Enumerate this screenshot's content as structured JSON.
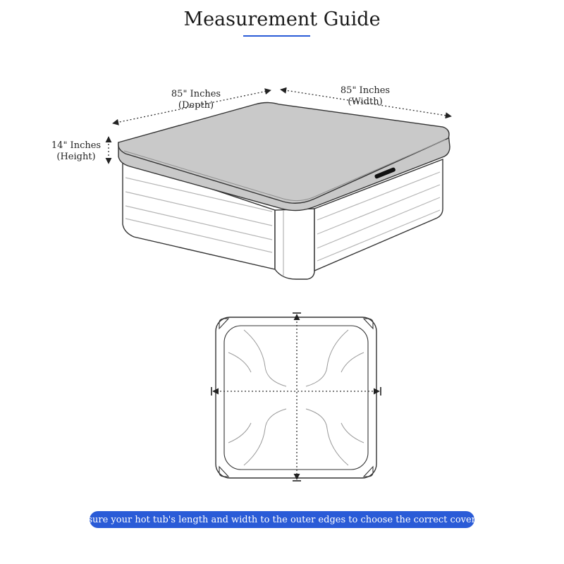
{
  "title": "Measurement Guide",
  "labels": {
    "depth": {
      "value": "85\" Inches",
      "dimension": "(Depth)"
    },
    "width": {
      "value": "85\" Inches",
      "dimension": "(Width)"
    },
    "height": {
      "value": "14\" Inches",
      "dimension": "(Height)"
    }
  },
  "footer_note": "Measure your hot tub's length and width to the outer edges to choose the correct cover size",
  "colors": {
    "accent": "#2a5bd7",
    "cover_fill": "#c9c9c9",
    "outline": "#333333",
    "panel_line": "#b5b5b5"
  }
}
